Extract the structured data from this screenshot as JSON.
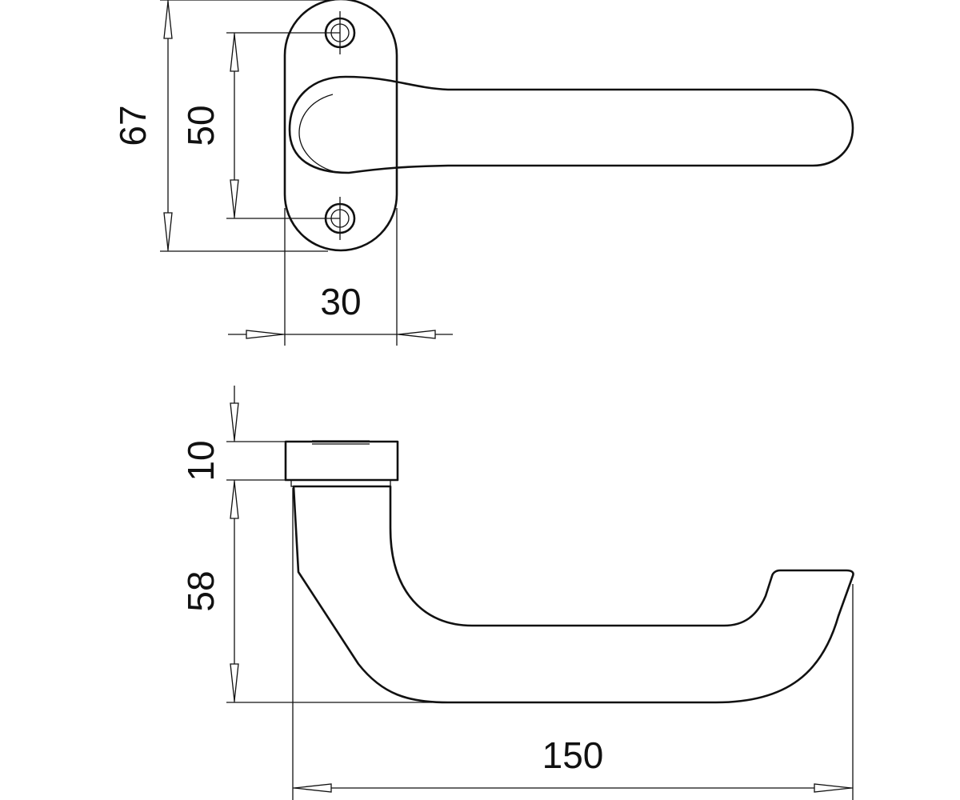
{
  "dimensions": {
    "top_view_height_outer": "67",
    "top_view_screw_spacing": "50",
    "top_view_rose_width": "30",
    "side_view_rose_thickness": "10",
    "side_view_handle_depth": "58",
    "side_view_handle_length": "150"
  },
  "colors": {
    "line": "#111111",
    "background": "#ffffff"
  }
}
